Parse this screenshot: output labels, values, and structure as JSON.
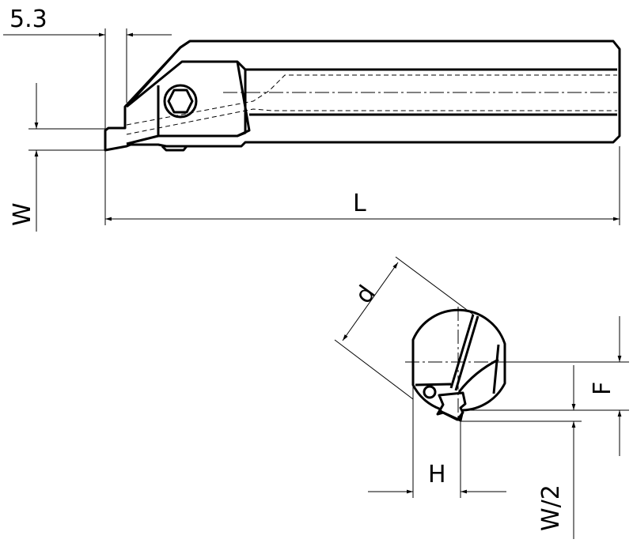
{
  "dimensions": {
    "offset": "5.3",
    "width": "W",
    "length": "L",
    "diameter": "d",
    "height": "H",
    "f_value": "F",
    "half_width": "W/2"
  }
}
